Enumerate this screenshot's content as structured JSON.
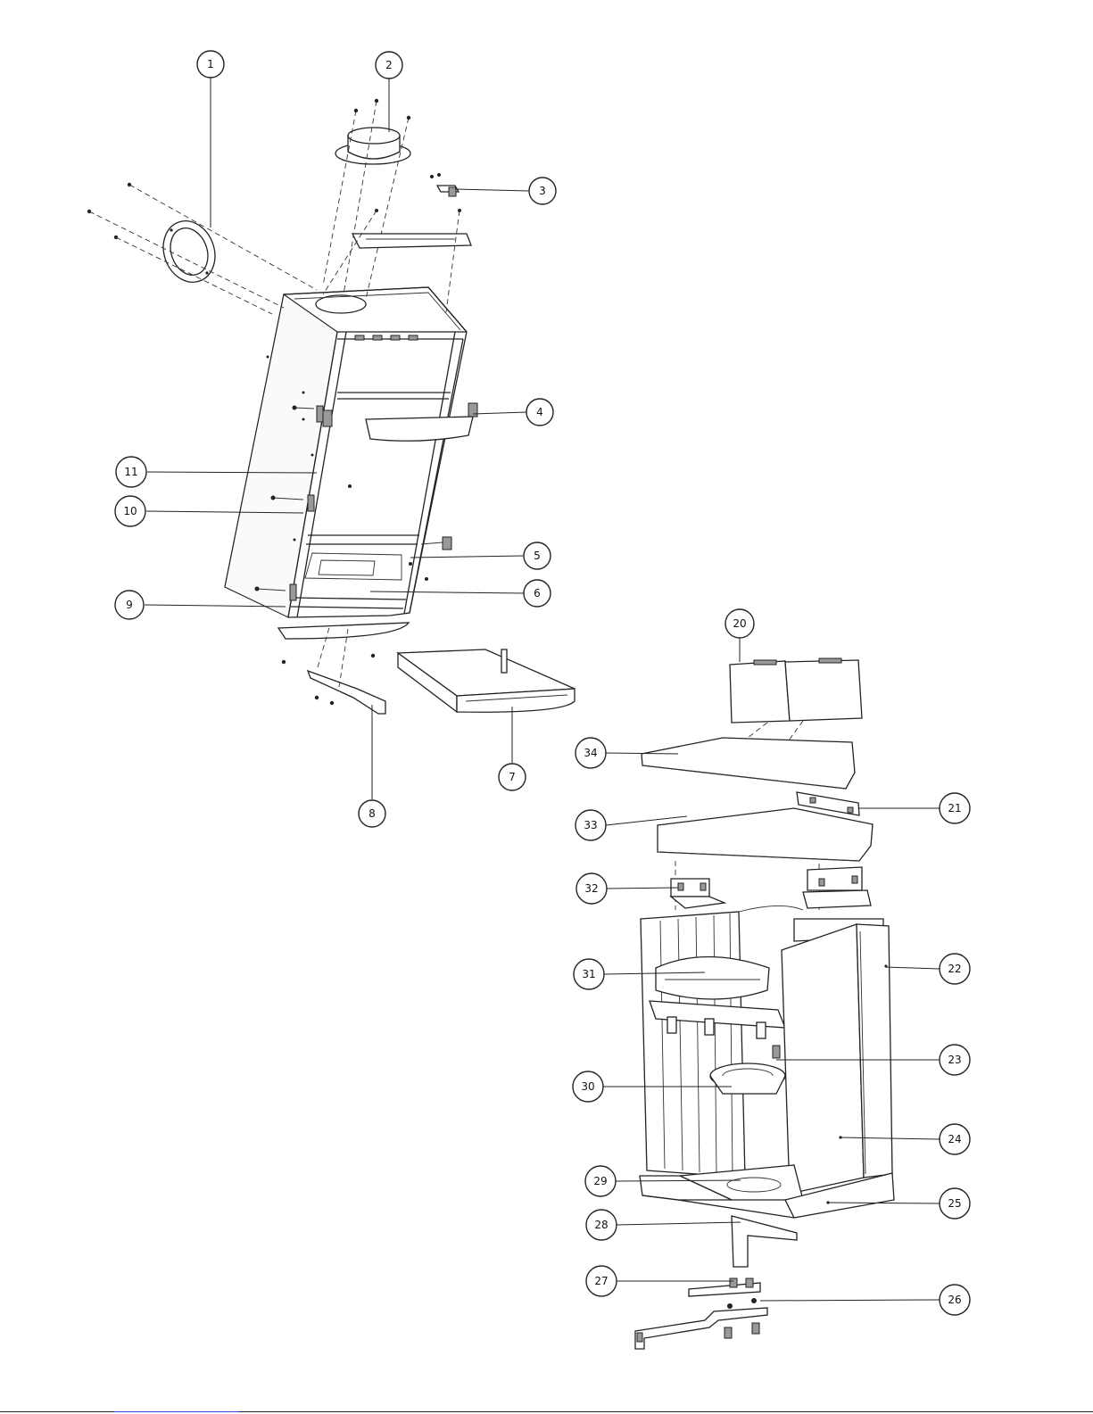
{
  "callouts": {
    "c1": "1",
    "c2": "2",
    "c3": "3",
    "c4": "4",
    "c5": "5",
    "c6": "6",
    "c7": "7",
    "c8": "8",
    "c9": "9",
    "c10": "10",
    "c11": "11",
    "c20": "20",
    "c21": "21",
    "c22": "22",
    "c23": "23",
    "c24": "24",
    "c25": "25",
    "c26": "26",
    "c27": "27",
    "c28": "28",
    "c29": "29",
    "c30": "30",
    "c31": "31",
    "c32": "32",
    "c33": "33",
    "c34": "34"
  },
  "colors": {
    "line": "#222222",
    "background": "#ffffff",
    "bottom_link": "#2a4bd7"
  }
}
